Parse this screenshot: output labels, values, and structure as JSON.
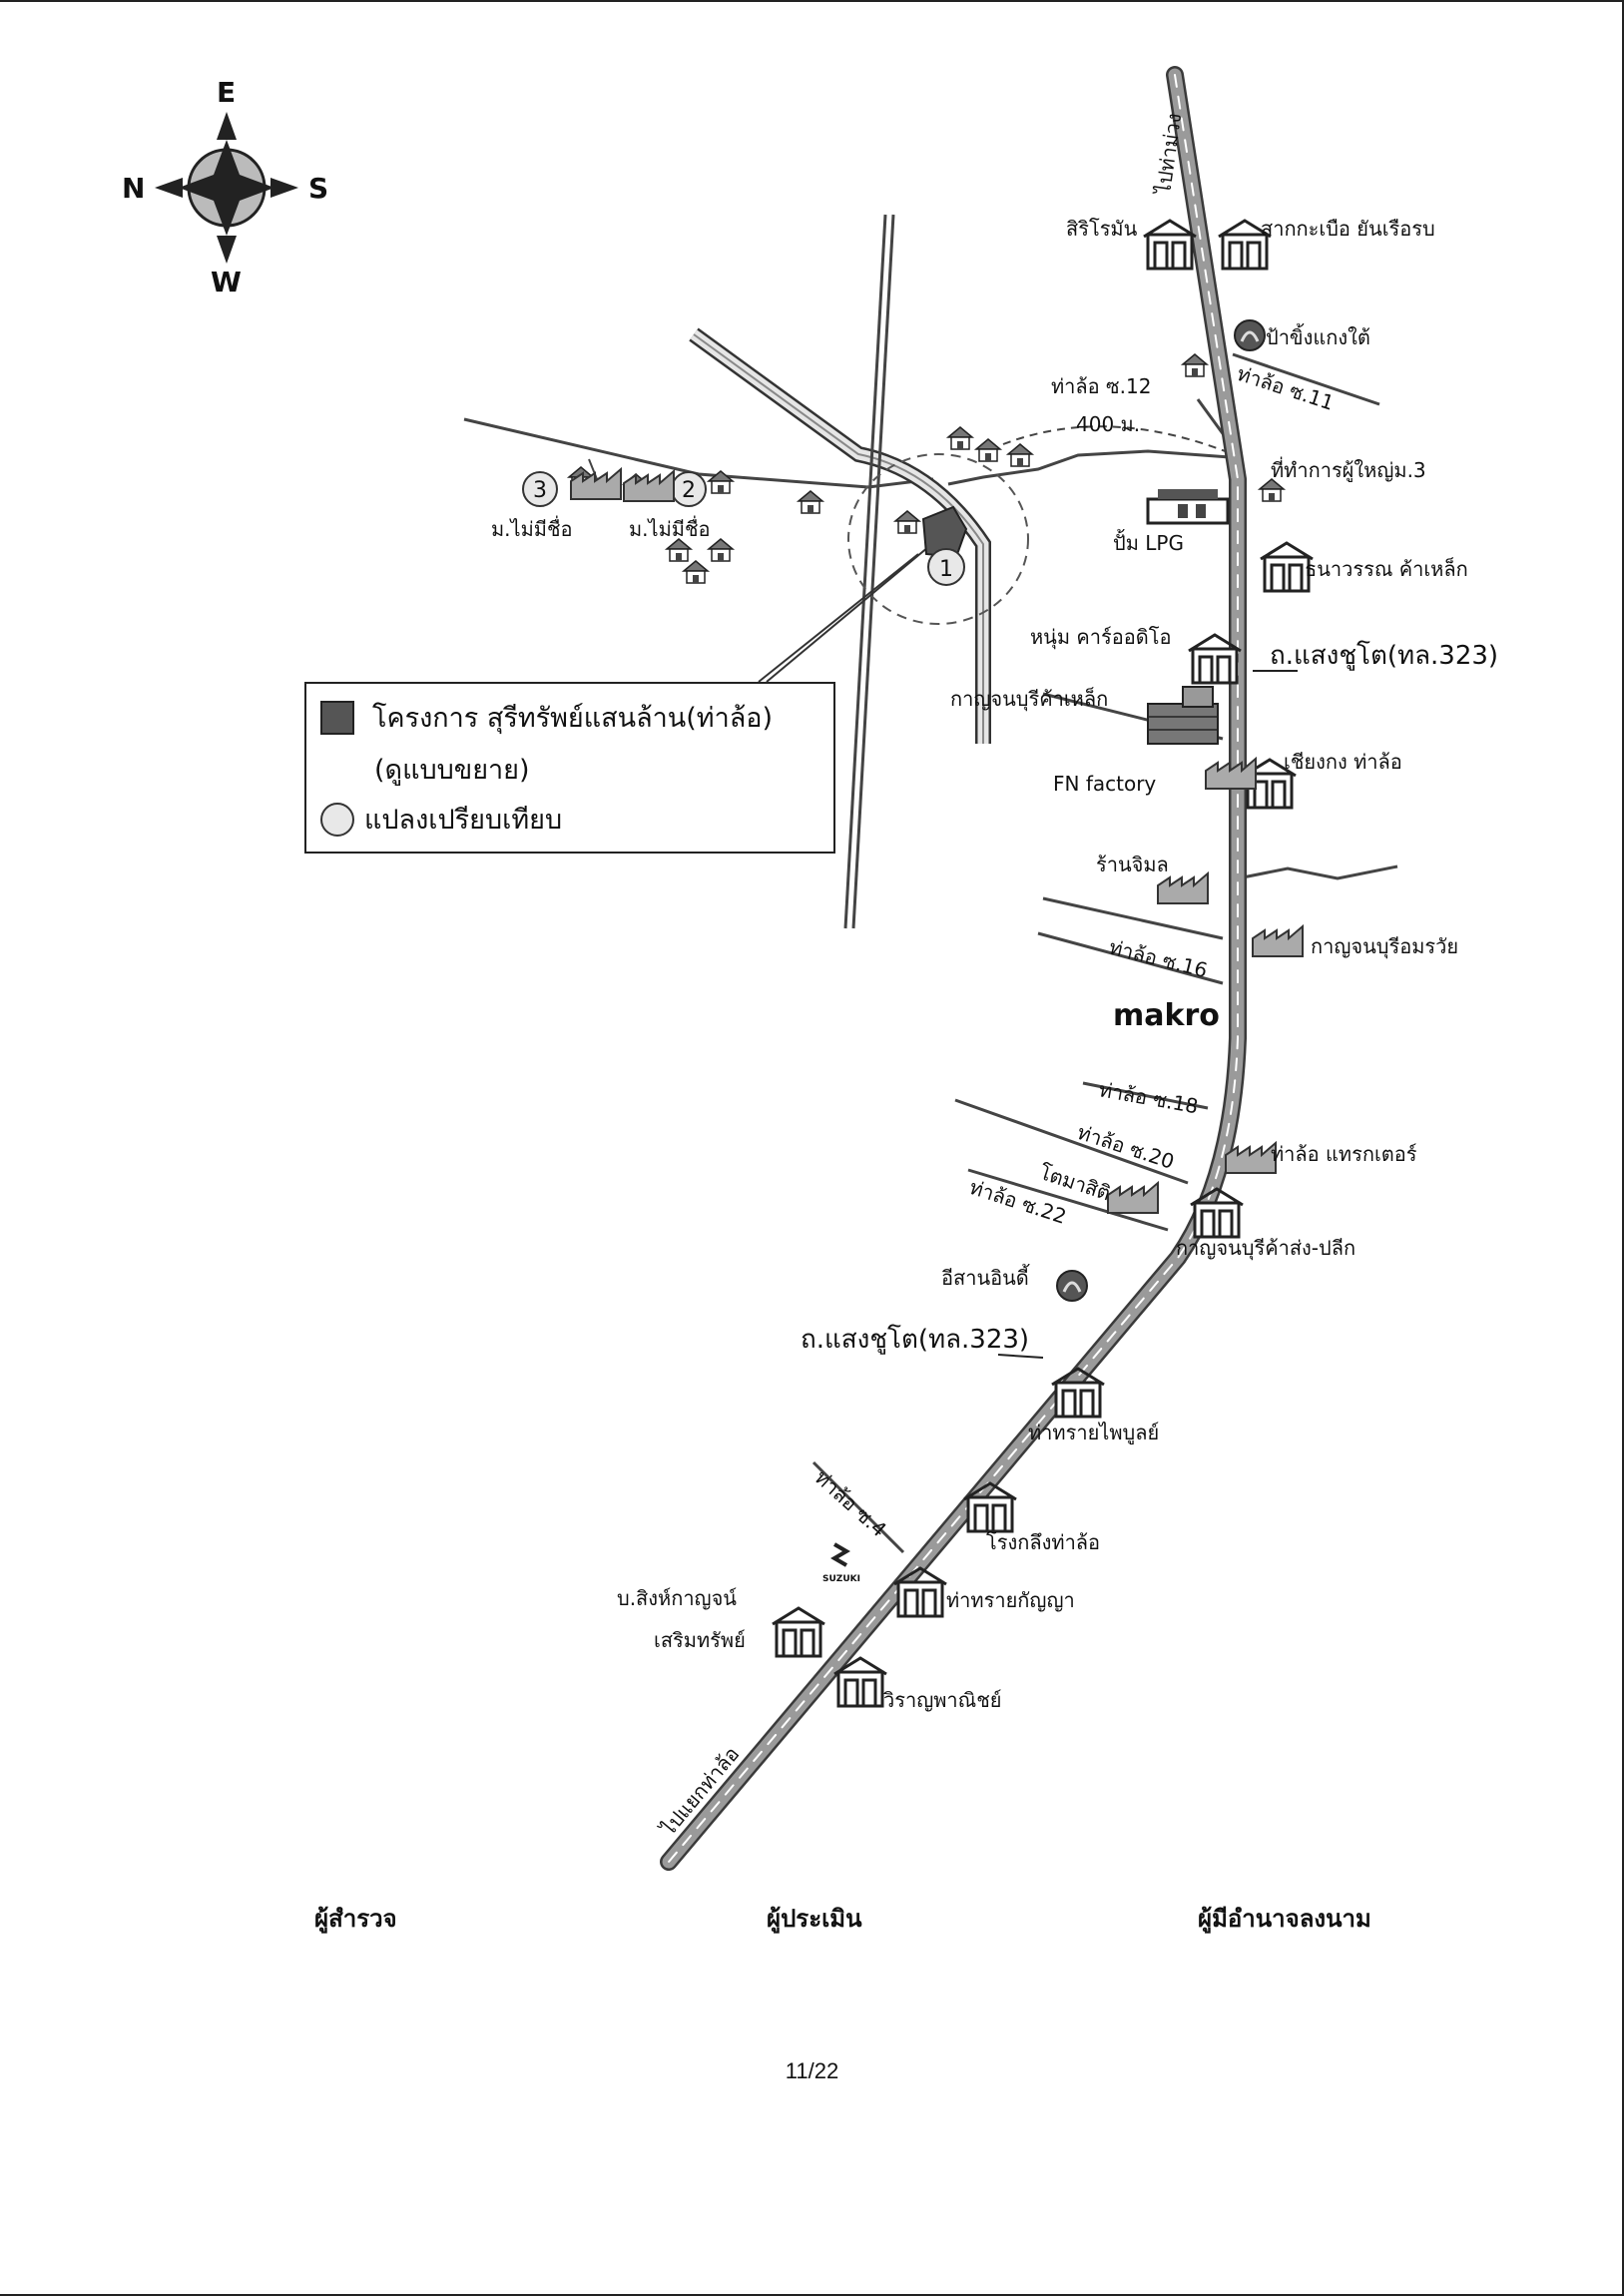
{
  "compass": {
    "top": "E",
    "left": "N",
    "right": "S",
    "bottom": "W"
  },
  "legend": {
    "project": "โครงการ สุรีทรัพย์แสนล้าน(ท่าล้อ)",
    "project_note": "(ดูแบบขยาย)",
    "comparable": "แปลงเปรียบเทียบ"
  },
  "roads": {
    "to_north": "ไปท่าม่วง",
    "to_south": "ไปแยกท่าล้อ",
    "main_upper": "ถ.แสงชูโต(ทล.323)",
    "main_lower": "ถ.แสงชูโต(ทล.323)",
    "soi_11": "ท่าล้อ ซ.11",
    "soi_12": "ท่าล้อ ซ.12",
    "distance": "400 ม.",
    "soi_16": "ท่าล้อ ซ.16",
    "soi_18": "ท่าล้อ ซ.18",
    "soi_20": "ท่าล้อ ซ.20",
    "soi_22": "ท่าล้อ ซ.22",
    "soi_4": "ท่าล้อ ซ.4"
  },
  "markers": {
    "m1": "1",
    "m2": "2",
    "m3": "3"
  },
  "places": {
    "village_3": "ม.ไม่มีชื่อ",
    "village_2": "ม.ไม่มีชื่อ",
    "siri_roman": "สิริโรมัน",
    "sak_kabuea": "สากกะเบือ ยันเรือรบ",
    "ba_khing": "ป้าขิ้งแกงใต้",
    "village_office": "ที่ทำการผู้ใหญ่ม.3",
    "lpg": "ปั้ม LPG",
    "thanawan": "ธนาวรรณ ค้าเหล็ก",
    "num_car": "หนุ่ม คาร์ออดิโอ",
    "kanchana_steel": "กาญจนบุรีค้าเหล็ก",
    "fn_factory": "FN factory",
    "chiang_kong": "เชียงกง ท่าล้อ",
    "ran_jimon": "ร้านจิมล",
    "kanchana_asset": "กาญจนบุรีอมรวัย",
    "makro": "makro",
    "tractor": "ท่าล้อ แทรกเตอร์",
    "tomasit": "โตมาสิติ",
    "kanchana_wholesale": "กาญจนบุรีค้าส่ง-ปลีก",
    "isan_indy": "อีสานอินดี้",
    "tha_sai_phaibun": "ท่าทรายไพบูลย์",
    "rong_klueng": "โรงกลึงท่าล้อ",
    "suzuki": "SUZUKI",
    "sing_kanchana": "บ.สิงห์กาญจน์",
    "soem_sap": "เสริมทรัพย์",
    "tha_sai_kanya": "ท่าทรายกัญญา",
    "wiran": "วิราญพาณิชย์"
  },
  "footer": {
    "surveyor": "ผู้สำรวจ",
    "appraiser": "ผู้ประเมิน",
    "signatory": "ผู้มีอำนาจลงนาม",
    "page": "11/22"
  },
  "colors": {
    "road_fill": "#9a9a9a",
    "road_edge": "#3a3a3a",
    "road_center": "#ffffff",
    "project_fill": "#555555",
    "circle_fill": "#e8e8e8"
  }
}
